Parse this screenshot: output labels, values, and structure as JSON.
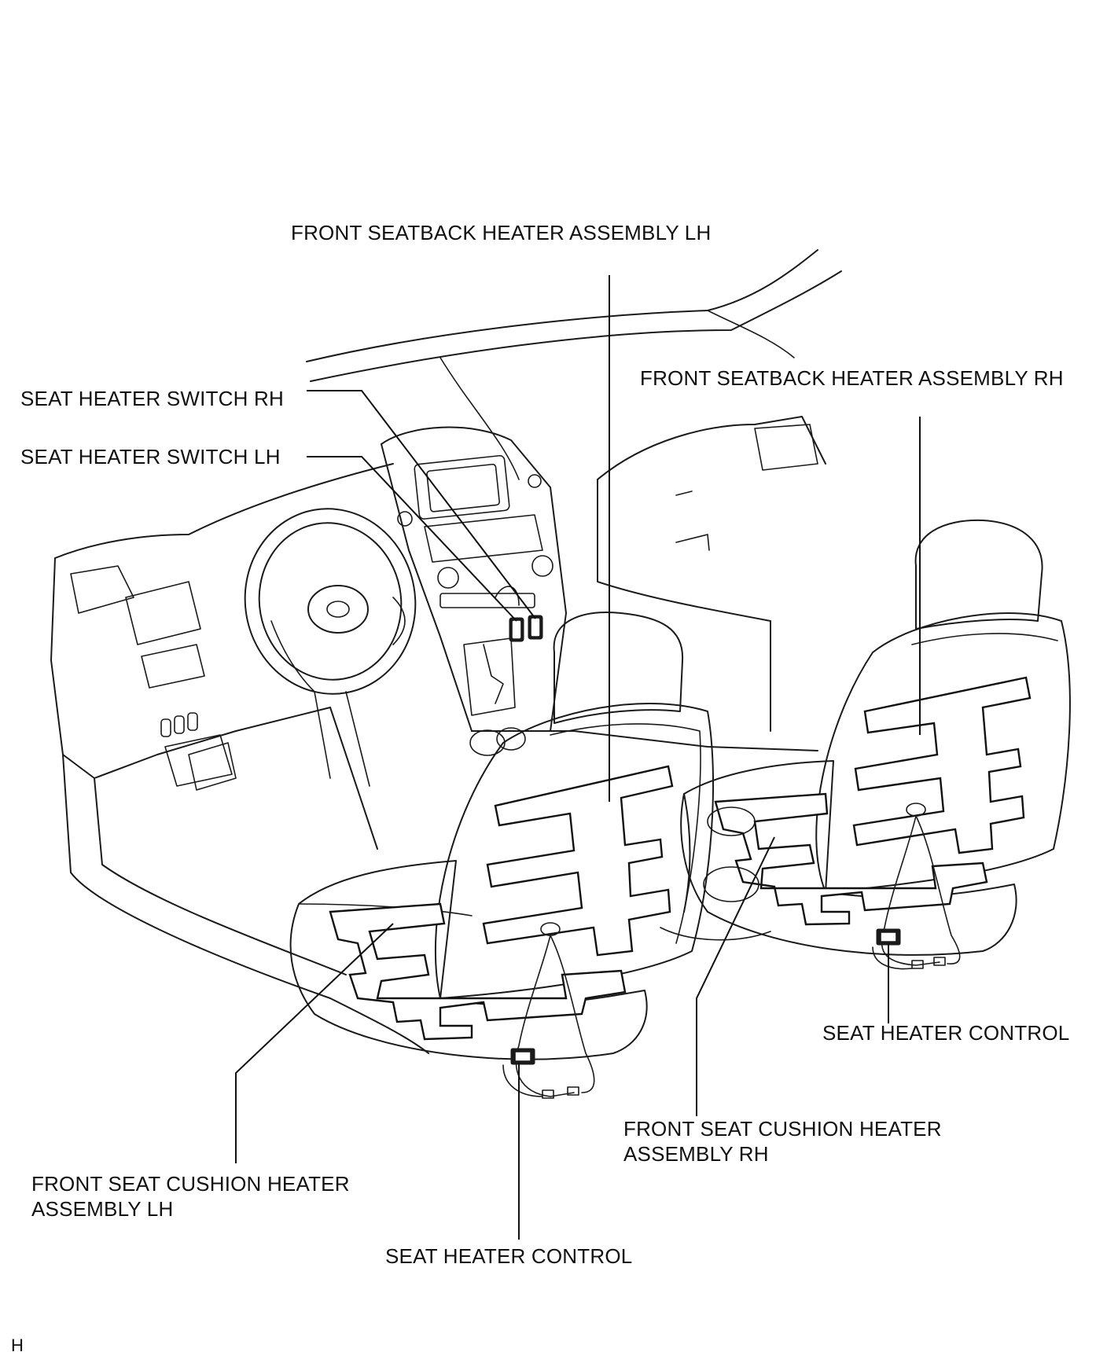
{
  "labels": {
    "seatback_lh": "FRONT SEATBACK HEATER ASSEMBLY LH",
    "seatback_rh": "FRONT SEATBACK HEATER ASSEMBLY RH",
    "switch_rh": "SEAT HEATER SWITCH RH",
    "switch_lh": "SEAT HEATER SWITCH LH",
    "control_rh": "SEAT HEATER CONTROL",
    "cushion_rh_line1": "FRONT SEAT CUSHION HEATER",
    "cushion_rh_line2": "ASSEMBLY RH",
    "cushion_lh_line1": "FRONT SEAT CUSHION HEATER",
    "cushion_lh_line2": "ASSEMBLY LH",
    "control_lh": "SEAT HEATER CONTROL",
    "corner_code": "H"
  }
}
